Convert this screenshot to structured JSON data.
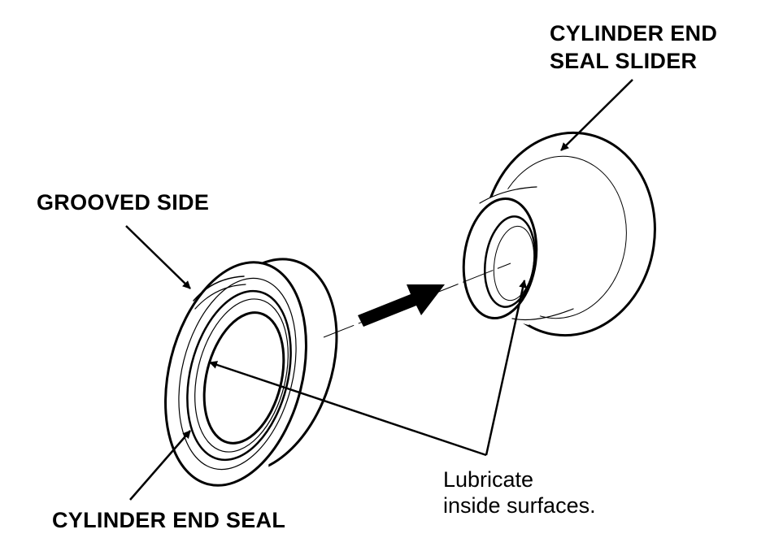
{
  "labels": {
    "slider_line1": "CYLINDER END",
    "slider_line2": "SEAL SLIDER",
    "grooved_side": "GROOVED SIDE",
    "seal": "CYLINDER END SEAL",
    "lube_line1": "Lubricate",
    "lube_line2": "inside surfaces."
  },
  "colors": {
    "ink": "#000000",
    "background": "#ffffff"
  }
}
